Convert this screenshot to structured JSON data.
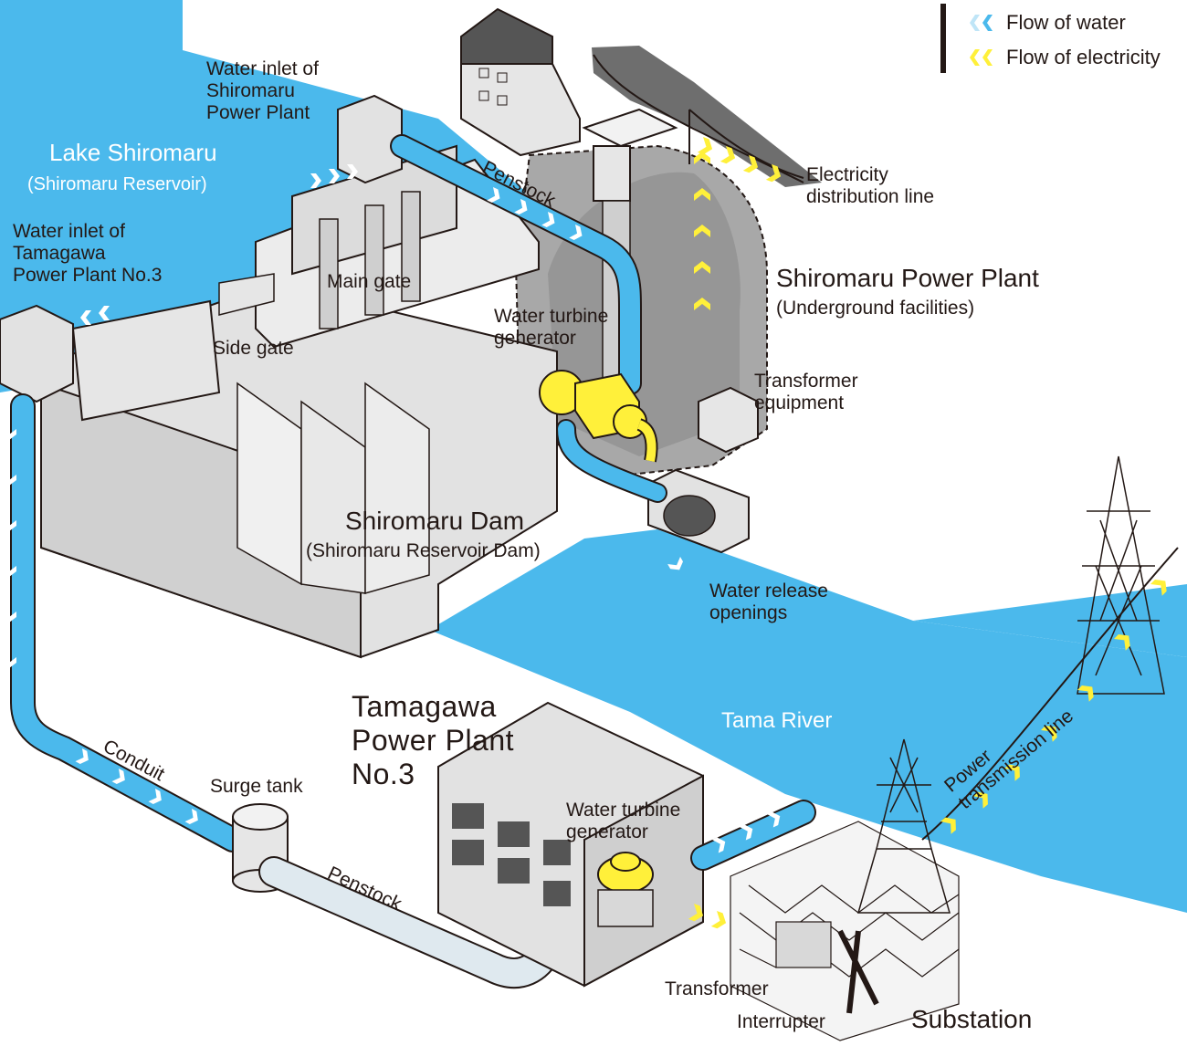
{
  "legend": {
    "water": "Flow of water",
    "electricity": "Flow of electricity"
  },
  "labels": {
    "inlet_shiromaru": "Water inlet of\nShiromaru\nPower Plant",
    "lake": "Lake Shiromaru",
    "lake_sub": "(Shiromaru Reservoir)",
    "inlet_tamagawa": "Water inlet of\nTamagawa\nPower Plant No.3",
    "penstock_top": "Penstock",
    "main_gate": "Main gate",
    "side_gate": "Side gate",
    "turbine_top": "Water turbine\ngenerator",
    "distribution": "Electricity\ndistribution line",
    "shiromaru_pp": "Shiromaru Power Plant",
    "shiromaru_pp_sub": "(Underground facilities)",
    "transformer_equipment": "Transformer\nequipment",
    "dam": "Shiromaru Dam",
    "dam_sub": "(Shiromaru Reservoir Dam)",
    "release": "Water release\nopenings",
    "tamagawa_pp": "Tamagawa\nPower Plant\nNo.3",
    "tama_river": "Tama River",
    "conduit": "Conduit",
    "surge_tank": "Surge tank",
    "penstock_bottom": "Penstock",
    "turbine_bottom": "Water turbine\ngenerator",
    "transmission": "Power\ntransmission line",
    "transformer": "Transformer",
    "interrupter": "Interrupter",
    "substation": "Substation"
  },
  "colors": {
    "water": "#4bb9ec",
    "water_light": "#bfe5f7",
    "electricity": "#fff03a",
    "concrete": "#e2e2e2",
    "concrete_dark": "#bdbdbd",
    "underground": "#9e9e9e",
    "road": "#6e6e6e",
    "ink": "#231815"
  }
}
